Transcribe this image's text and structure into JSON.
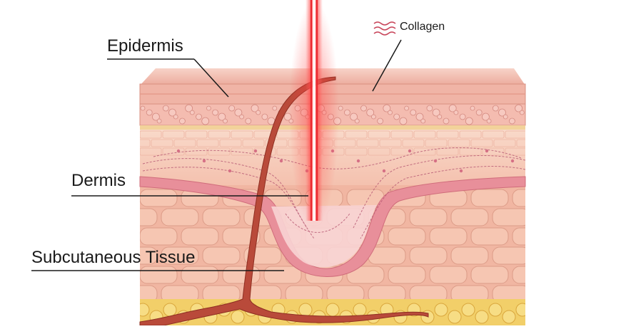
{
  "labels": {
    "epidermis": "Epidermis",
    "dermis": "Dermis",
    "subcutaneous": "Subcutaneous Tissue",
    "collagen": "Collagen"
  },
  "icons": {
    "collagen_legend": "collagen-wave-icon"
  },
  "colors": {
    "laser": "#e8262d",
    "laser_glow": "#ff7a7a",
    "epidermis_top": "#f2b3a6",
    "epidermis_cells": "#e79a8f",
    "dermis": "#f6c8b5",
    "subcutaneous": "#f3b7a3",
    "fat": "#f2cf69",
    "vessel": "#b73b2b",
    "collagen_fibers": "#c86b7a",
    "leader_line": "#1a1a1a"
  }
}
